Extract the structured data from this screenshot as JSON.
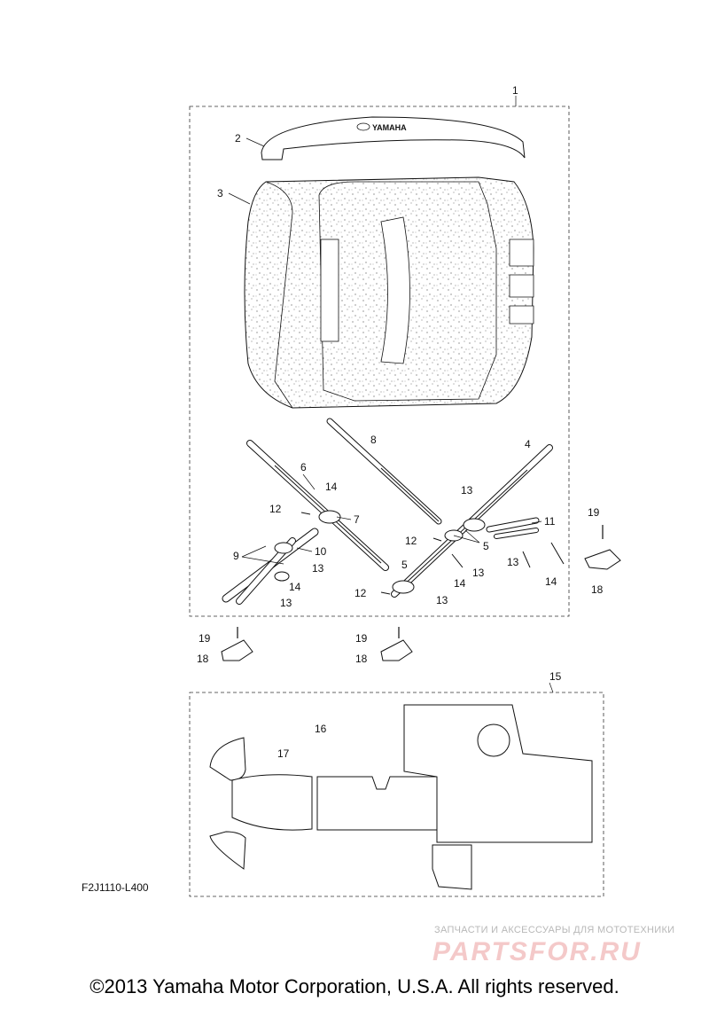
{
  "diagram": {
    "callouts": [
      "1",
      "2",
      "3",
      "4",
      "5",
      "5",
      "6",
      "7",
      "8",
      "9",
      "10",
      "11",
      "12",
      "12",
      "12",
      "13",
      "13",
      "13",
      "13",
      "13",
      "13",
      "14",
      "14",
      "14",
      "14",
      "15",
      "16",
      "17",
      "18",
      "18",
      "18",
      "19",
      "19",
      "19"
    ],
    "brand_text": "YAMAHA",
    "figure_code": "F2J1110-L400"
  },
  "watermark": {
    "tagline": "ЗАПЧАСТИ И АКСЕССУАРЫ ДЛЯ МОТОТЕХНИКИ",
    "logo": "PARTSFOR.RU"
  },
  "footer": {
    "copyright": "©2013 Yamaha Motor Corporation, U.S.A. All rights reserved."
  }
}
